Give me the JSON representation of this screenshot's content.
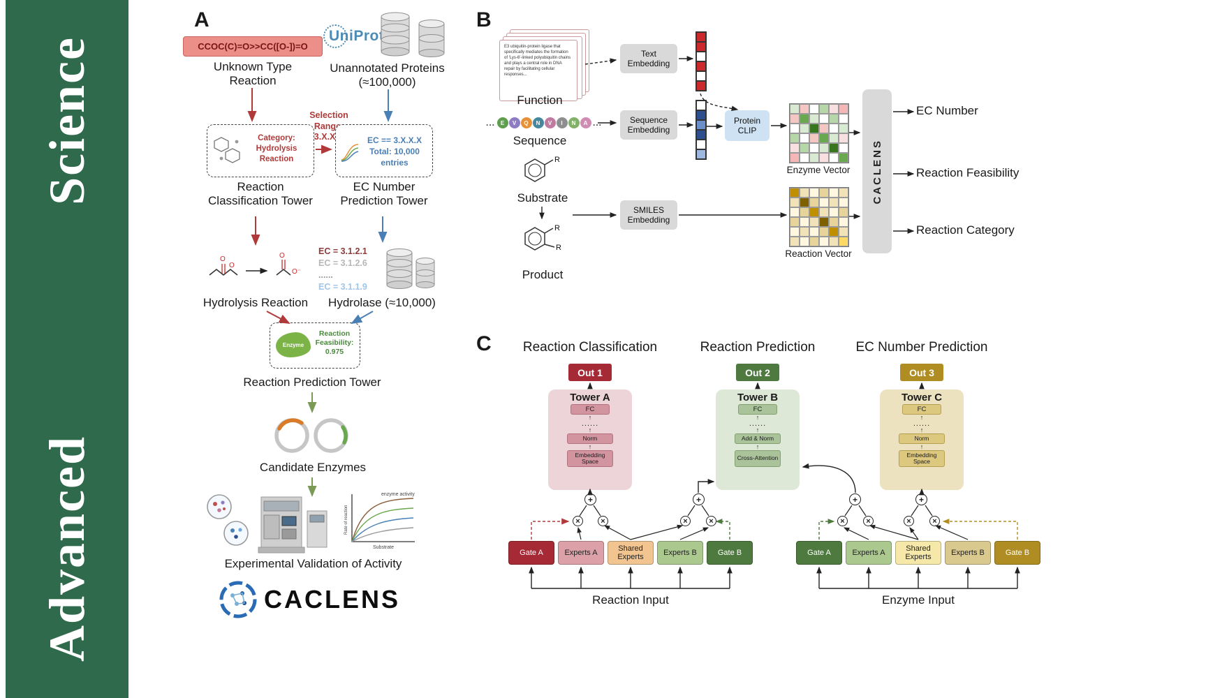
{
  "banner": {
    "text": "Advanced Science",
    "word1": "Advanced",
    "word2": "Science",
    "bg": "#2e6a4b"
  },
  "panelA": {
    "label": "A",
    "smiles_reaction": "CCOC(C)=O>>CC([O-])=O",
    "unknown_type": "Unknown Type Reaction",
    "uniprot": "UniProt",
    "unannotated": "Unannotated Proteins (≈100,000)",
    "category": "Category: Hydrolysis Reaction",
    "selection_range": "Selection Range: 3.X.X.X",
    "ec_filter_line1": "EC == 3.X.X.X",
    "ec_filter_line2": "Total: 10,000 entries",
    "classification_tower": "Reaction Classification Tower",
    "ec_tower": "EC Number Prediction Tower",
    "hydrolysis_reaction": "Hydrolysis Reaction",
    "ec_list": [
      {
        "text": "EC = 3.1.2.1",
        "color": "#8c3b3b",
        "bold": true
      },
      {
        "text": "EC = 3.1.2.6",
        "color": "#b7b7b7",
        "bold": false
      },
      {
        "text": "......",
        "color": "#9a9a9a",
        "bold": false
      },
      {
        "text": "EC = 3.1.1.9",
        "color": "#9fc5e8",
        "bold": false
      }
    ],
    "hydrolase": "Hydrolase (≈10,000)",
    "enzyme_label": "Enzyme",
    "feasibility": "Reaction Feasibility: 0.975",
    "prediction_tower": "Reaction Prediction Tower",
    "candidate_enzymes": "Candidate Enzymes",
    "experimental": "Experimental Validation of Activity",
    "plot": {
      "legend": "enzyme activity",
      "xlabel": "Substrate",
      "ylabel": "Rate of reaction"
    },
    "logo_text": "CACLENS"
  },
  "panelB": {
    "label": "B",
    "function_card": "E3 ubiquitin-protein ligase that specifically mediates the formation of 'Lys-6'-linked polyubiquitin chains and plays a central role in DNA repair by facilitating cellular responses...",
    "function": "Function",
    "text_embedding": "Text Embedding",
    "dots": "...",
    "residues": [
      {
        "letter": "E",
        "color": "#5f9e4e"
      },
      {
        "letter": "V",
        "color": "#8e7cc3"
      },
      {
        "letter": "Q",
        "color": "#e69138"
      },
      {
        "letter": "N",
        "color": "#43889c"
      },
      {
        "letter": "V",
        "color": "#c27ba0"
      },
      {
        "letter": "I",
        "color": "#8f8f8f"
      },
      {
        "letter": "N",
        "color": "#83b06a"
      },
      {
        "letter": "A",
        "color": "#cf8db4"
      }
    ],
    "sequence": "Sequence",
    "sequence_embedding": "Sequence Embedding",
    "protein_clip": "Protein CLIP",
    "enzyme_vector_label": "Enzyme Vector",
    "substrate": "Substrate",
    "product": "Product",
    "r_label": "R",
    "smiles_embedding": "SMILES Embedding",
    "reaction_vector_label": "Reaction Vector",
    "caclens_bar": "CACLENS",
    "outputs": [
      "EC Number",
      "Reaction Feasibility",
      "Reaction Category"
    ],
    "text_vector": [
      "#cc2a2a",
      "#cc2a2a",
      "#ffffff",
      "#cc2a2a",
      "#ffffff",
      "#cc2a2a"
    ],
    "seq_vector": [
      "#ffffff",
      "#2e4f8f",
      "#6b8fc9",
      "#2e4f8f",
      "#ffffff",
      "#9db8e0"
    ],
    "enzyme_matrix": [
      [
        "#d9ead3",
        "#f4c7c3",
        "#ffffff",
        "#b6d7a8",
        "#f9e0e0",
        "#f4b6b6"
      ],
      [
        "#f4c7c3",
        "#6aa84f",
        "#d9ead3",
        "#ffffff",
        "#b6d7a8",
        "#ffffff"
      ],
      [
        "#ffffff",
        "#d9ead3",
        "#38761d",
        "#f4c7c3",
        "#ffffff",
        "#d9ead3"
      ],
      [
        "#b6d7a8",
        "#ffffff",
        "#f4c7c3",
        "#6aa84f",
        "#d9ead3",
        "#f9e0e0"
      ],
      [
        "#f9e0e0",
        "#b6d7a8",
        "#ffffff",
        "#d9ead3",
        "#38761d",
        "#ffffff"
      ],
      [
        "#f4b6b6",
        "#ffffff",
        "#d9ead3",
        "#f9e0e0",
        "#ffffff",
        "#6aa84f"
      ]
    ],
    "reaction_matrix": [
      [
        "#bf8f00",
        "#f1e2b8",
        "#fff7e0",
        "#e6d49a",
        "#fff7e0",
        "#f1e2b8"
      ],
      [
        "#f1e2b8",
        "#7f6000",
        "#e6d49a",
        "#fff7e0",
        "#f1e2b8",
        "#fff7e0"
      ],
      [
        "#fff7e0",
        "#e6d49a",
        "#bf8f00",
        "#f1e2b8",
        "#fff7e0",
        "#e6d49a"
      ],
      [
        "#e6d49a",
        "#fff7e0",
        "#f1e2b8",
        "#7f6000",
        "#e6d49a",
        "#fff7e0"
      ],
      [
        "#fff7e0",
        "#f1e2b8",
        "#fff7e0",
        "#e6d49a",
        "#bf8f00",
        "#f1e2b8"
      ],
      [
        "#f1e2b8",
        "#fff7e0",
        "#e6d49a",
        "#fff7e0",
        "#f1e2b8",
        "#ffd966"
      ]
    ]
  },
  "panelC": {
    "label": "C",
    "up_arrow": "↑",
    "op_sum": "+",
    "op_mul": "×",
    "columns": [
      {
        "title": "Reaction Classification",
        "out": "Out 1",
        "tower": "Tower A",
        "fc": "FC",
        "dots": "......",
        "mid": "Norm",
        "bottom": "Embedding Space"
      },
      {
        "title": "Reaction Prediction",
        "out": "Out 2",
        "tower": "Tower B",
        "fc": "FC",
        "dots": "......",
        "mid": "Add & Norm",
        "bottom": "Cross-Attention"
      },
      {
        "title": "EC Number Prediction",
        "out": "Out 3",
        "tower": "Tower C",
        "fc": "FC",
        "dots": "......",
        "mid": "Norm",
        "bottom": "Embedding Space"
      }
    ],
    "left_group": [
      {
        "label": "Gate A",
        "bg": "#a52a35",
        "fg": "#ffffff"
      },
      {
        "label": "Experts A",
        "bg": "#dba0a8",
        "fg": "#222222"
      },
      {
        "label": "Shared Experts",
        "bg": "#f2c490",
        "fg": "#222222"
      },
      {
        "label": "Experts B",
        "bg": "#abc98f",
        "fg": "#222222"
      },
      {
        "label": "Gate B",
        "bg": "#4e7a40",
        "fg": "#ffffff"
      }
    ],
    "right_group": [
      {
        "label": "Gate A",
        "bg": "#4e7a40",
        "fg": "#ffffff"
      },
      {
        "label": "Experts A",
        "bg": "#abc98f",
        "fg": "#222222"
      },
      {
        "label": "Shared Experts",
        "bg": "#f6e8a8",
        "fg": "#222222"
      },
      {
        "label": "Experts B",
        "bg": "#d9c98e",
        "fg": "#222222"
      },
      {
        "label": "Gate B",
        "bg": "#b08d22",
        "fg": "#ffffff"
      }
    ],
    "reaction_input": "Reaction Input",
    "enzyme_input": "Enzyme Input"
  }
}
